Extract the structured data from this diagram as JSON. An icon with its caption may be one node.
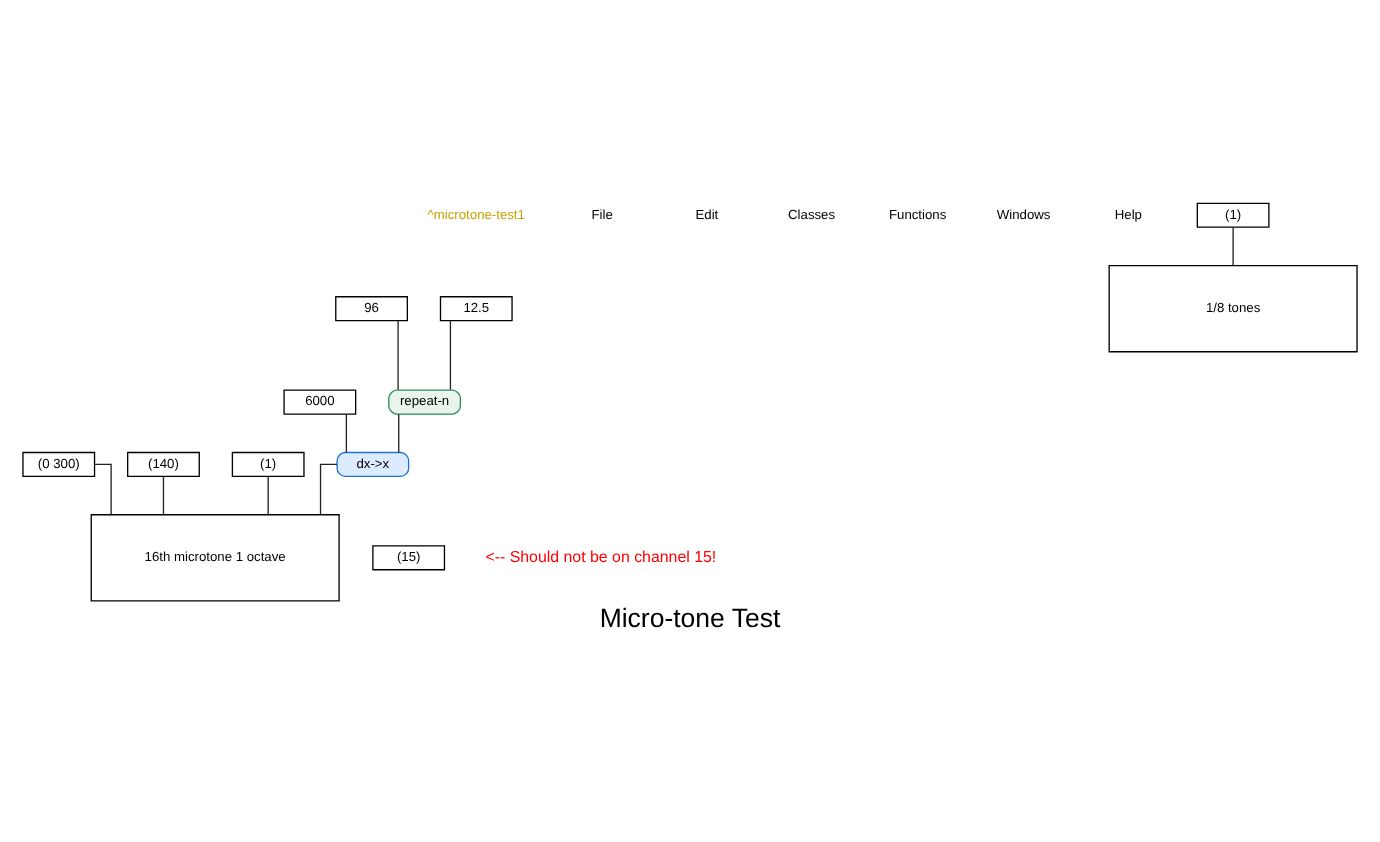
{
  "diagram": {
    "title": "Micro-tone Test",
    "nodes": [
      {
        "text": [
          "12.5"
        ]
      },
      {
        "text": [
          "96"
        ]
      },
      {
        "text": [
          "repeat-n"
        ]
      },
      {
        "text": [
          "6000"
        ]
      },
      {
        "text": [
          "dx->x"
        ]
      },
      {
        "text": [
          "(15)"
        ]
      },
      {
        "text": [
          "(0 300)"
        ]
      },
      {
        "text": [
          "(140)"
        ]
      },
      {
        "text": [
          "(1)"
        ]
      },
      {
        "text": [
          "16th microtone 1 octave"
        ]
      },
      {
        "text": [
          "(1)"
        ]
      },
      {
        "text": [
          "1/8 tones"
        ]
      }
    ],
    "edges": [
      {
        "from": 0,
        "to": 2,
        "arrow": "none"
      },
      {
        "from": 1,
        "to": 2,
        "arrow": "none"
      },
      {
        "from": 3,
        "to": 4,
        "arrow": "none"
      },
      {
        "from": 2,
        "to": 4,
        "arrow": "none"
      },
      {
        "from": 4,
        "to": 9,
        "arrow": "none"
      },
      {
        "from": 6,
        "to": 9,
        "arrow": "none"
      },
      {
        "from": 7,
        "to": 9,
        "arrow": "none"
      },
      {
        "from": 8,
        "to": 9,
        "arrow": "none"
      },
      {
        "from": 10,
        "to": 11,
        "arrow": "none"
      }
    ],
    "labels": [
      "^microtone-test1",
      "File",
      "Edit",
      "Classes",
      "Functions",
      "Windows",
      "Help",
      "<-- Should not be on channel 15!"
    ]
  }
}
